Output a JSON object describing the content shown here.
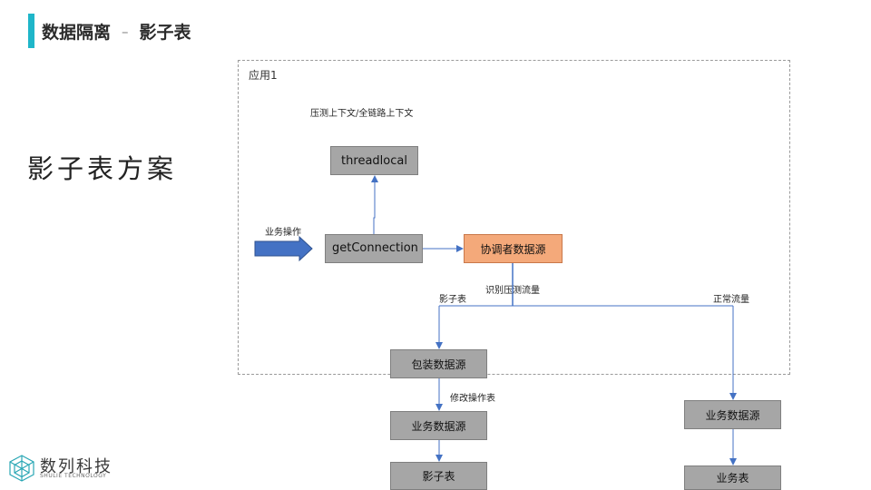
{
  "header": {
    "title": "数据隔离",
    "separator": "–",
    "subtitle": "影子表"
  },
  "main_heading": "影子表方案",
  "diagram": {
    "app_label": "应用1",
    "context_label": "压测上下文/全链路上下文",
    "business_op_label": "业务操作",
    "identify_label": "识别压测流量",
    "shadow_label": "影子表",
    "normal_label": "正常流量",
    "modify_label": "修改操作表",
    "nodes": {
      "threadlocal": "threadlocal",
      "get_connection": "getConnection",
      "coordinator": "协调者数据源",
      "wrapper": "包装数据源",
      "biz_ds_left": "业务数据源",
      "shadow_table": "影子表",
      "biz_ds_right": "业务数据源",
      "biz_table": "业务表"
    }
  },
  "logo": {
    "name": "数列科技",
    "tagline": "SHULIE TECHNOLOGY"
  },
  "colors": {
    "accent": "#1fb6c9",
    "node_gray": "#a6a6a6",
    "node_orange": "#f4a97a",
    "arrow_blue": "#4472c4"
  }
}
